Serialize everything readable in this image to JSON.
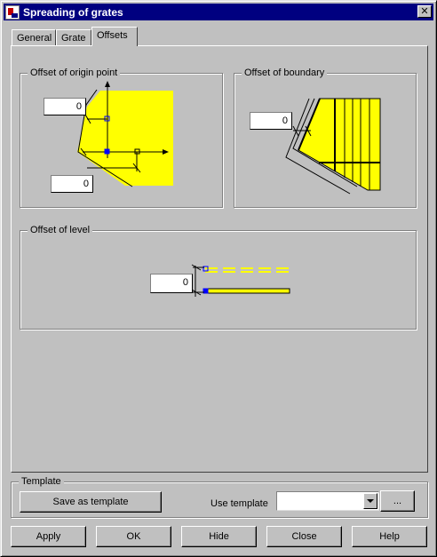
{
  "window": {
    "title": "Spreading of grates",
    "close_glyph": "✕"
  },
  "tabs": [
    {
      "label": "General",
      "active": false
    },
    {
      "label": "Grate",
      "active": false
    },
    {
      "label": "Offsets",
      "active": true
    }
  ],
  "groups": {
    "origin": {
      "label": "Offset of origin point",
      "offset_upper": "0",
      "offset_lower": "0"
    },
    "boundary": {
      "label": "Offset of boundary",
      "offset": "0"
    },
    "level": {
      "label": "Offset of level",
      "offset": "0"
    }
  },
  "template": {
    "label": "Template",
    "save_button": "Save as template",
    "use_label": "Use template",
    "use_value": "",
    "browse_button": "..."
  },
  "buttons": {
    "apply": "Apply",
    "ok": "OK",
    "hide": "Hide",
    "close": "Close",
    "help": "Help"
  },
  "colors": {
    "highlight_fill": "#ffff00",
    "marker": "#0000ff",
    "titlebar": "#000080"
  }
}
